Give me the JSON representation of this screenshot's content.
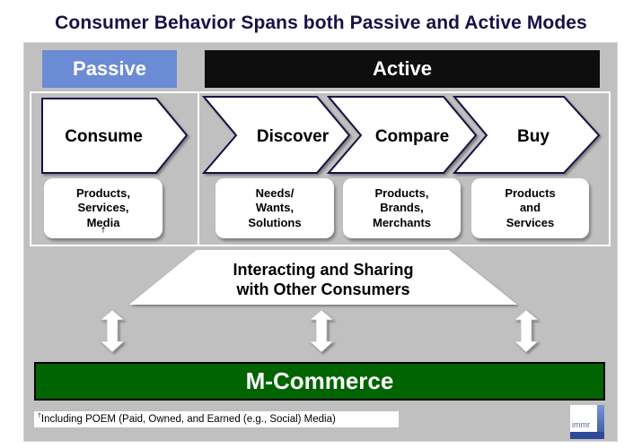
{
  "title": "Consumer Behavior Spans both Passive and Active Modes",
  "modes": {
    "passive": {
      "label": "Passive",
      "color": "#6c8bd5"
    },
    "active": {
      "label": "Active",
      "color": "#0e0e0e"
    }
  },
  "stages": [
    {
      "label": "Consume",
      "card_lines": [
        "Products,",
        "Services,",
        "Media"
      ],
      "card_footnote_mark": "†"
    },
    {
      "label": "Discover",
      "card_lines": [
        "Needs/",
        "Wants,",
        "Solutions"
      ]
    },
    {
      "label": "Compare",
      "card_lines": [
        "Products,",
        "Brands,",
        "Merchants"
      ]
    },
    {
      "label": "Buy",
      "card_lines": [
        "Products",
        "and",
        "Services"
      ]
    }
  ],
  "sharing": {
    "lines": [
      "Interacting and Sharing",
      "with Other Consumers"
    ]
  },
  "arrows": [
    "up-down-arrow-icon",
    "up-down-arrow-icon",
    "up-down-arrow-icon"
  ],
  "mcommerce": {
    "label": "M-Commerce",
    "color": "#006400"
  },
  "footnote": {
    "mark": "†",
    "text": "Including  POEM (Paid, Owned, and Earned (e.g., Social) Media)"
  },
  "logo": {
    "text": "immr"
  }
}
